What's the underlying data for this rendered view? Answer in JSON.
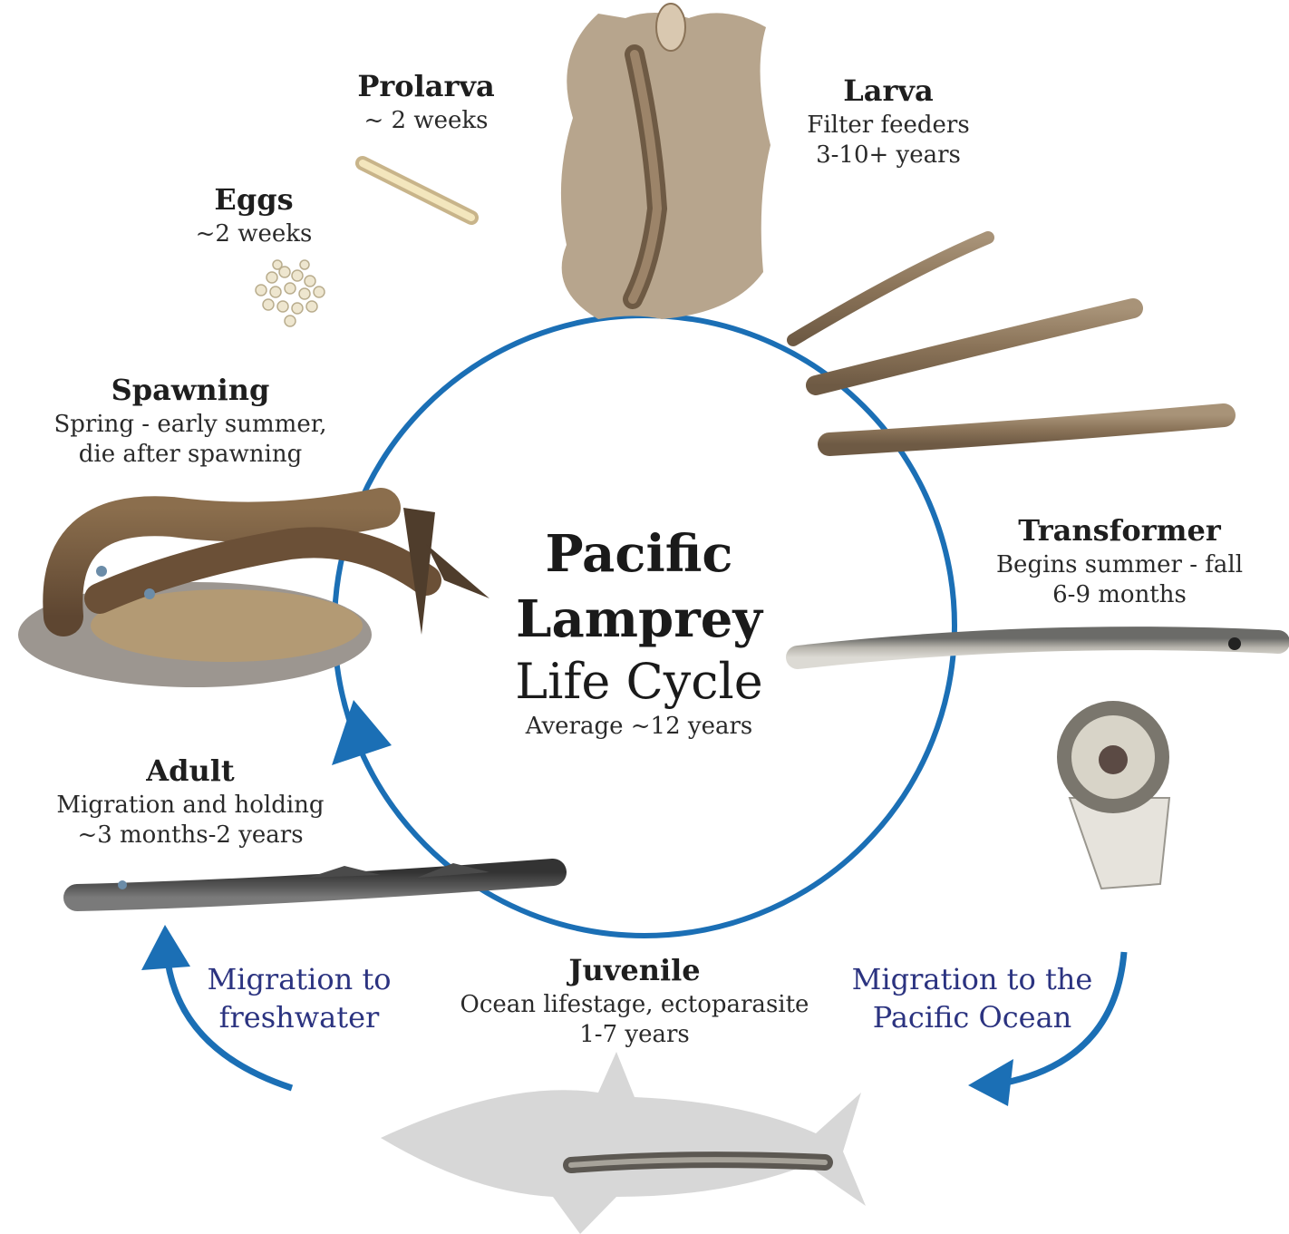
{
  "center": {
    "title_line1": "Pacific",
    "title_line2": "Lamprey",
    "title_line3": "Life Cycle",
    "average": "Average ~12 years"
  },
  "stages": {
    "prolarva": {
      "title": "Prolarva",
      "line1": "~ 2 weeks"
    },
    "larva": {
      "title": "Larva",
      "line1": "Filter feeders",
      "line2": "3-10+ years"
    },
    "eggs": {
      "title": "Eggs",
      "line1": "~2 weeks"
    },
    "spawning": {
      "title": "Spawning",
      "line1": "Spring - early summer,",
      "line2": "die after spawning"
    },
    "transformer": {
      "title": "Transformer",
      "line1": "Begins summer - fall",
      "line2": "6-9 months"
    },
    "adult": {
      "title": "Adult",
      "line1": "Migration and holding",
      "line2": "~3 months-2 years"
    },
    "juvenile": {
      "title": "Juvenile",
      "line1": "Ocean lifestage, ectoparasite",
      "line2": "1-7 years"
    }
  },
  "migrations": {
    "freshwater": {
      "line1": "Migration to",
      "line2": "freshwater"
    },
    "ocean": {
      "line1": "Migration to the",
      "line2": "Pacific Ocean"
    }
  },
  "colors": {
    "cycle_blue": "#1b6fb5",
    "migration_text": "#2b3380",
    "sand": "#b7a58d",
    "lamprey_brown": "#7b6449",
    "adult_gray": "#4a4a4a"
  }
}
